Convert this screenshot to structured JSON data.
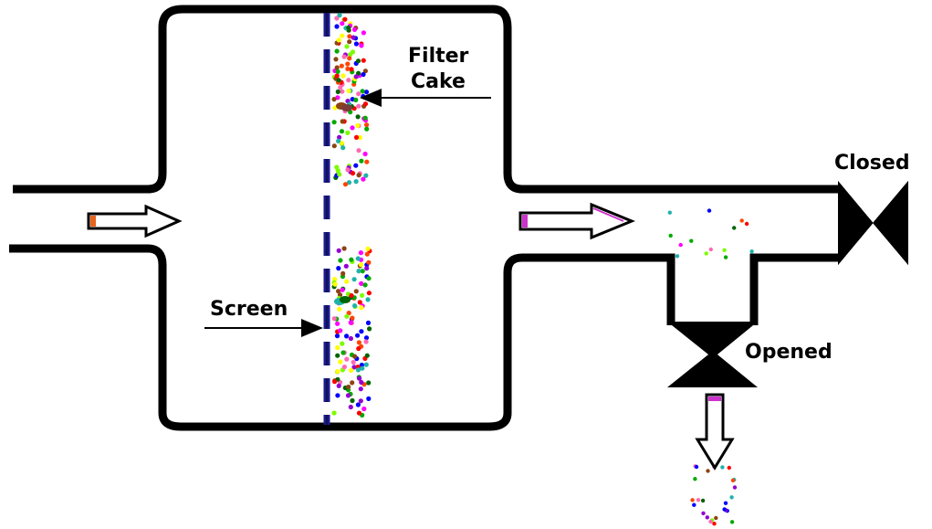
{
  "labels": {
    "filter_cake_line1": "Filter",
    "filter_cake_line2": "Cake",
    "screen": "Screen",
    "closed": "Closed",
    "opened": "Opened"
  },
  "colors": {
    "line": "#000000",
    "screen": "#1a1a8c",
    "inlet_arrow_accent": "#e8641e",
    "outlet_arrow_accent": "#cc33cc"
  },
  "particle_palette": [
    "#ff0000",
    "#00aa00",
    "#0000ff",
    "#ffff00",
    "#ff00ff",
    "#8b4513",
    "#ff69b4",
    "#7cfc00",
    "#9400d3",
    "#ff4500",
    "#20b2aa",
    "#006400"
  ]
}
